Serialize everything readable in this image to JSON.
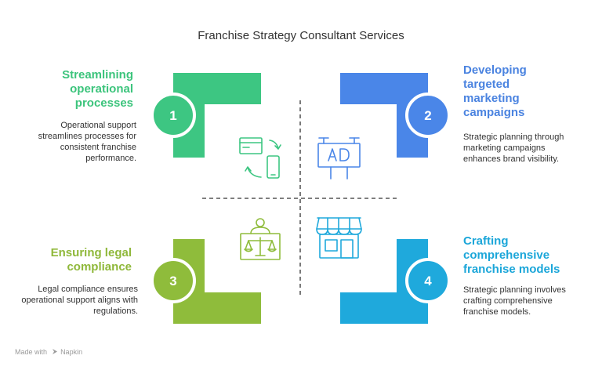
{
  "title": "Franchise Strategy Consultant Services",
  "items": [
    {
      "number": "1",
      "heading": "Streamlining operational processes",
      "description": "Operational support streamlines processes for consistent franchise performance.",
      "color": "#3dc682",
      "icon": "sync-devices-icon"
    },
    {
      "number": "2",
      "heading": "Developing targeted marketing campaigns",
      "description": "Strategic planning through marketing campaigns enhances brand visibility.",
      "color": "#4a86e8",
      "icon": "billboard-ad-icon"
    },
    {
      "number": "3",
      "heading": "Ensuring legal compliance",
      "description": "Legal compliance ensures operational support aligns with regulations.",
      "color": "#8fbc3b",
      "icon": "judge-scales-icon"
    },
    {
      "number": "4",
      "heading": "Crafting comprehensive franchise models",
      "description": "Strategic planning involves crafting comprehensive franchise models.",
      "color": "#1fa9dc",
      "icon": "storefront-icon"
    }
  ],
  "footer": {
    "made_with": "Made with",
    "brand": "Napkin"
  }
}
